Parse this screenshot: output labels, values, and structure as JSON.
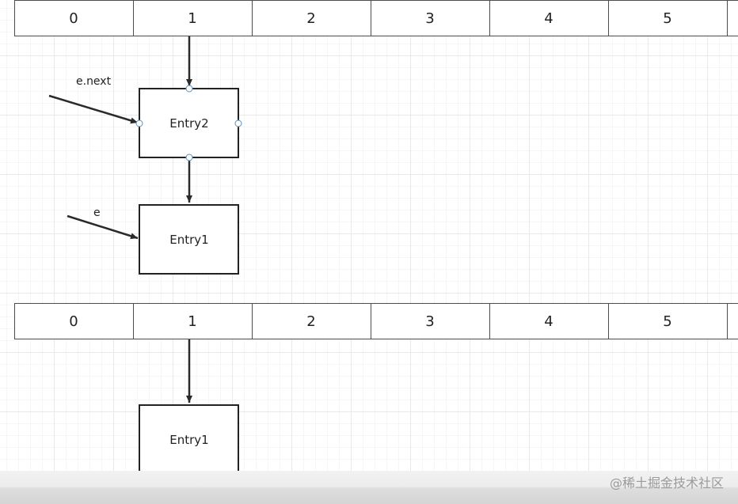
{
  "array_top": {
    "cells": [
      {
        "index": "0"
      },
      {
        "index": "1"
      },
      {
        "index": "2"
      },
      {
        "index": "3"
      },
      {
        "index": "4"
      },
      {
        "index": "5"
      }
    ]
  },
  "array_bottom": {
    "cells": [
      {
        "index": "0"
      },
      {
        "index": "1"
      },
      {
        "index": "2"
      },
      {
        "index": "3"
      },
      {
        "index": "4"
      },
      {
        "index": "5"
      }
    ]
  },
  "top_entries": {
    "head": "Entry2",
    "next": "Entry1"
  },
  "bottom_entry": "Entry1",
  "pointers": {
    "e_next": "e.next",
    "e": "e"
  },
  "watermark": "@稀土掘金技术社区",
  "colors": {
    "handle_stroke": "#5a8fbf",
    "line": "#2a2a2a",
    "grid": "#e9e9e9"
  }
}
